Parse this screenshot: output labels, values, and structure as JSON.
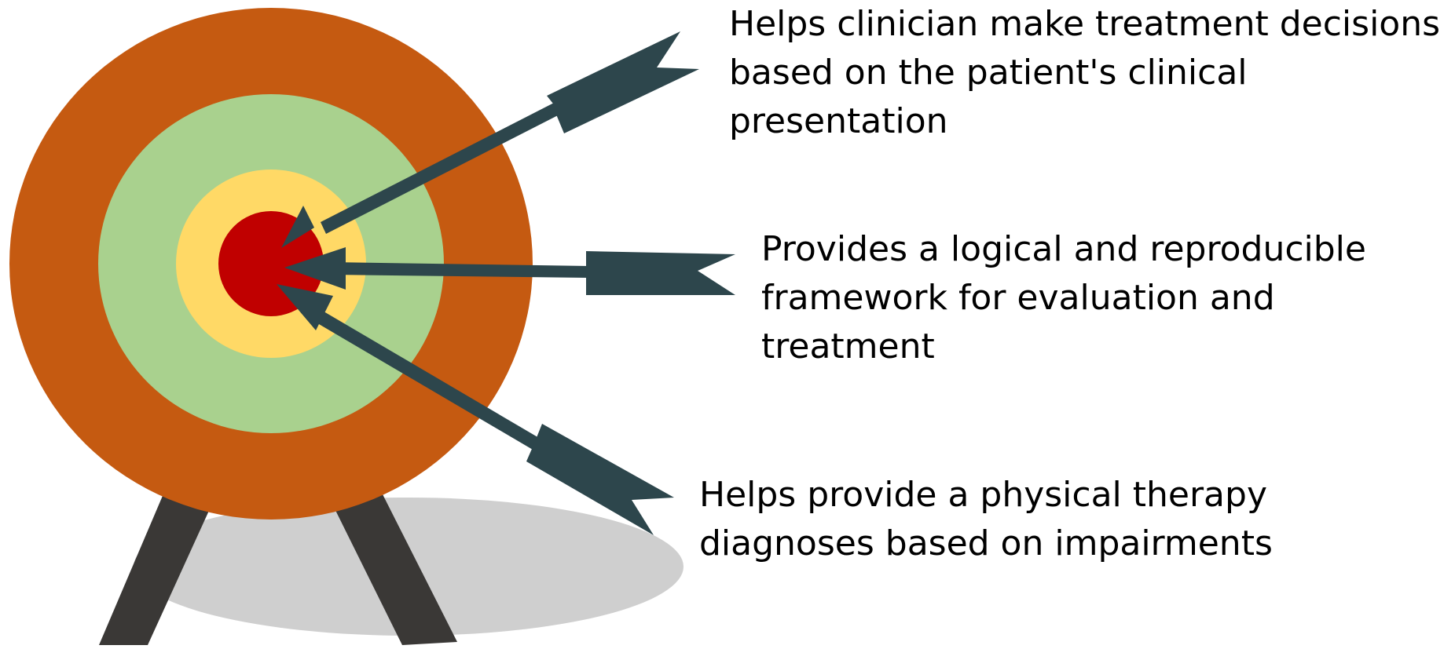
{
  "labels": {
    "first": "Helps clinician make treatment decisions\nbased on the patient's clinical\npresentation",
    "second": "Provides a logical and reproducible\nframework for evaluation and treatment",
    "third": "Helps provide a physical therapy\ndiagnoses based on impairments"
  },
  "colors": {
    "outer_ring": "#C55A11",
    "middle_ring": "#A9D18E",
    "inner_ring": "#FFD966",
    "bullseye": "#C00000",
    "arrow": "#2D464C",
    "stand": "#3A3836",
    "shadow": "#CFCFCF"
  }
}
